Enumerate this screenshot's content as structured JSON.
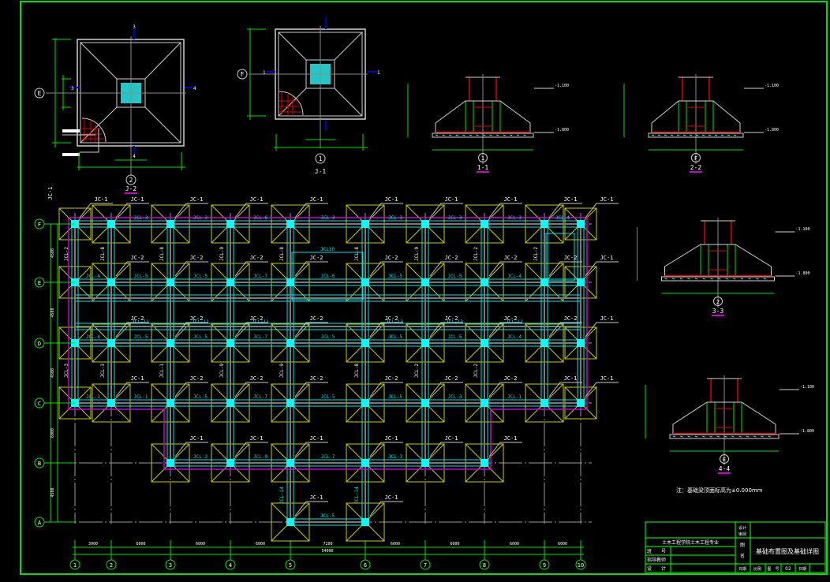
{
  "colors": {
    "background": "#000000",
    "border": "#00e000",
    "dimension": "#00e000",
    "footing": "#cccc00",
    "beam": "#00e5e5",
    "column": "#00ffff",
    "axis": "#9a9a9a",
    "rebar": "#e00000",
    "section_underline": "#cc00cc",
    "leader": "#c8c8c8"
  },
  "plan_details": [
    {
      "id": "J-2",
      "axis_row": "E",
      "axis_col": "2",
      "section_marks": [
        "3",
        "3",
        "4",
        "4"
      ]
    },
    {
      "id": "J-1",
      "axis_row": "F",
      "axis_col": "1",
      "section_marks": [
        "1",
        "1",
        "2",
        "2"
      ]
    }
  ],
  "sections": [
    {
      "title": "1-1",
      "axis": "1",
      "levels": [
        "-1.100",
        "-1.800"
      ]
    },
    {
      "title": "2-2",
      "axis": "F",
      "levels": [
        "-1.100",
        "-1.800"
      ]
    },
    {
      "title": "3-3",
      "axis": "2",
      "levels": [
        "-1.100",
        "-1.800"
      ]
    },
    {
      "title": "4-4",
      "axis": "E",
      "levels": [
        "-1.100",
        "-1.800"
      ]
    }
  ],
  "plan": {
    "axes_x": [
      "1",
      "2",
      "3",
      "4",
      "5",
      "6",
      "7",
      "8",
      "9",
      "10"
    ],
    "axes_y": [
      "F",
      "E",
      "D",
      "C",
      "B",
      "A"
    ],
    "dims_x": [
      "3900",
      "6000",
      "6000",
      "6000",
      "7200",
      "6000",
      "6000",
      "6000",
      "6000",
      "3900"
    ],
    "total_x": "54000",
    "dims_y": [
      "4500",
      "4500",
      "4500",
      "6000",
      "4500"
    ],
    "footing_labels": {
      "row_F": [
        "JC-1",
        "JC-1",
        "JC-1",
        "JC-1",
        "JC-1",
        "JC-1",
        "JC-1",
        "JC-1",
        "JC-1",
        "JC-1"
      ],
      "row_E": [
        "JC-2",
        "JC-2",
        "JC-2",
        "JC-2",
        "JC-2",
        "JC-2",
        "JC-2",
        "JC-2",
        "JC-1"
      ],
      "row_D": [
        "JC-2",
        "JC-2",
        "JC-2",
        "JC-2",
        "JC-2",
        "JC-2",
        "JC-2",
        "JC-2",
        "JC-1"
      ],
      "row_C": [
        "JC-1",
        "JC-2",
        "JC-2",
        "JC-2",
        "JC-2",
        "JC-2",
        "JC-2",
        "JC-1",
        "JC-1"
      ],
      "row_B": [
        "JC-1",
        "JC-1",
        "JC-1",
        "JC-1",
        "JC-1",
        "JC-1"
      ],
      "row_A": [
        "JC-1",
        "JC-1"
      ]
    },
    "beam_labels_F": [
      "JCL-3",
      "JCL-3",
      "JCL-6",
      "JCL-3",
      "JCL-3",
      "JCL-3",
      "JCL-3",
      "JCL-4"
    ],
    "beam_labels_E": [
      "JCL-4",
      "JCL-5",
      "JCL-5",
      "JCL-7",
      "JCL-6",
      "JCL-5",
      "JCL-5",
      "JCL-4"
    ],
    "beam_labels_D": [
      "JCL-4",
      "JCL-5",
      "JCL-5",
      "JCL-7",
      "JCL-5",
      "JCL-5",
      "JCL-5",
      "JCL-4"
    ],
    "beam_labels_C": [
      "JCL-1",
      "JCL-1",
      "JCL-5",
      "JCL-7",
      "JCL-5",
      "JCL-5",
      "JCL-3",
      "JCL-1"
    ],
    "beam_labels_B": [
      "JCL-3",
      "JCL-9",
      "JCL-7",
      "JCL-3"
    ],
    "beam_labels_A": [
      "JCL-5"
    ],
    "beam_labels_mid": [
      "JCL-11",
      "JCL-11",
      "JCL-11",
      "JCL-13",
      "JCL-13",
      "JCL-12"
    ],
    "vert_labels": [
      "JCL-2",
      "JCL-8",
      "JCL-8",
      "JCL-9",
      "JCL-8",
      "JCL-8",
      "JCL-9",
      "JCL-2",
      "JCL-2"
    ],
    "vert_labels_lower": [
      "JCL-3",
      "JCL-3",
      "JCL-1",
      "JCL-9",
      "JCL-9",
      "JCL-8",
      "JCL-2",
      "JCL-2"
    ],
    "vert_labels_bottom": [
      "JCL-14",
      "JCL-14"
    ],
    "special_label": "JCL10",
    "left_tag": "JC-1",
    "plan_title_tag": "J-2"
  },
  "note": "注：基础梁顶面标高为±0.000mm",
  "title_block": {
    "school": "土木工程学院土木工程专业",
    "design_label": "设计",
    "review_label": "审阅",
    "drawing_label": "图",
    "name_label": "名",
    "row1": "班　　号",
    "row2": "指导教师",
    "row3": "设　　计",
    "drawing_title": "基础布置图及基础详图",
    "date_label": "日期",
    "scale_label": "比例",
    "sheet_label": "图　号",
    "sheet_no": "02",
    "date2_label": "日期"
  }
}
